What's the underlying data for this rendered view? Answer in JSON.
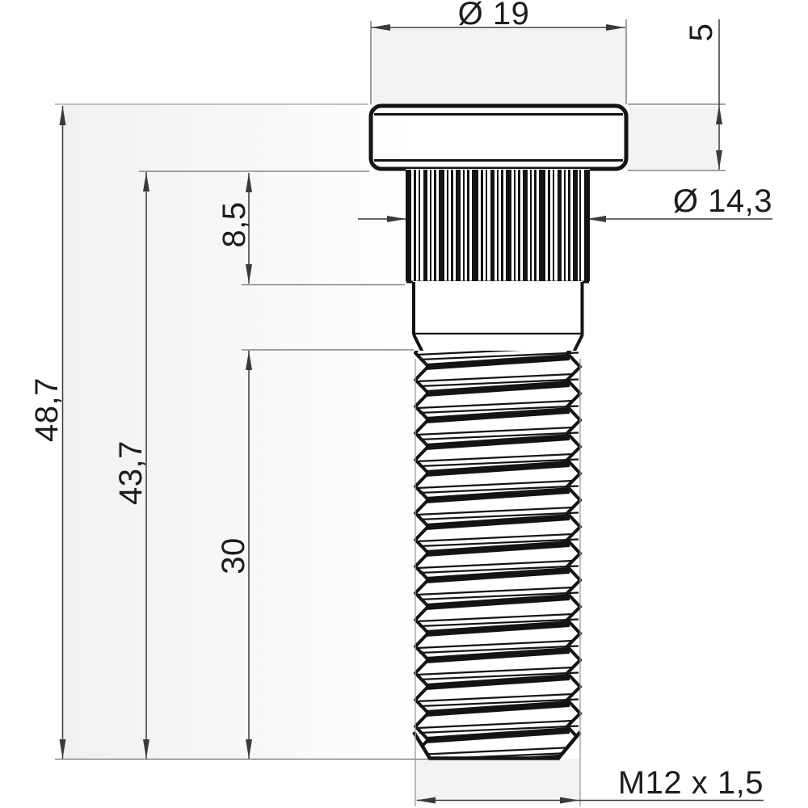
{
  "drawing": {
    "type": "technical-dimension-drawing",
    "view": "side-elevation-of-knurled-wheel-stud",
    "labels": {
      "head_diameter": "Ø 19",
      "head_height": "5",
      "spline_diameter": "Ø 14,3",
      "spline_length": "8,5",
      "overall_length": "48,7",
      "length_below_head": "43,7",
      "thread_length": "30",
      "thread_spec": "M12 x 1,5"
    },
    "colors": {
      "outline": "#141414",
      "dimension_line": "#3a3a3a",
      "extension_line": "#6f6f6f",
      "extension_line_light": "#9a9a9a",
      "text": "#1c1c1c",
      "shade": "#f2f3f3",
      "background": "#ffffff"
    }
  }
}
